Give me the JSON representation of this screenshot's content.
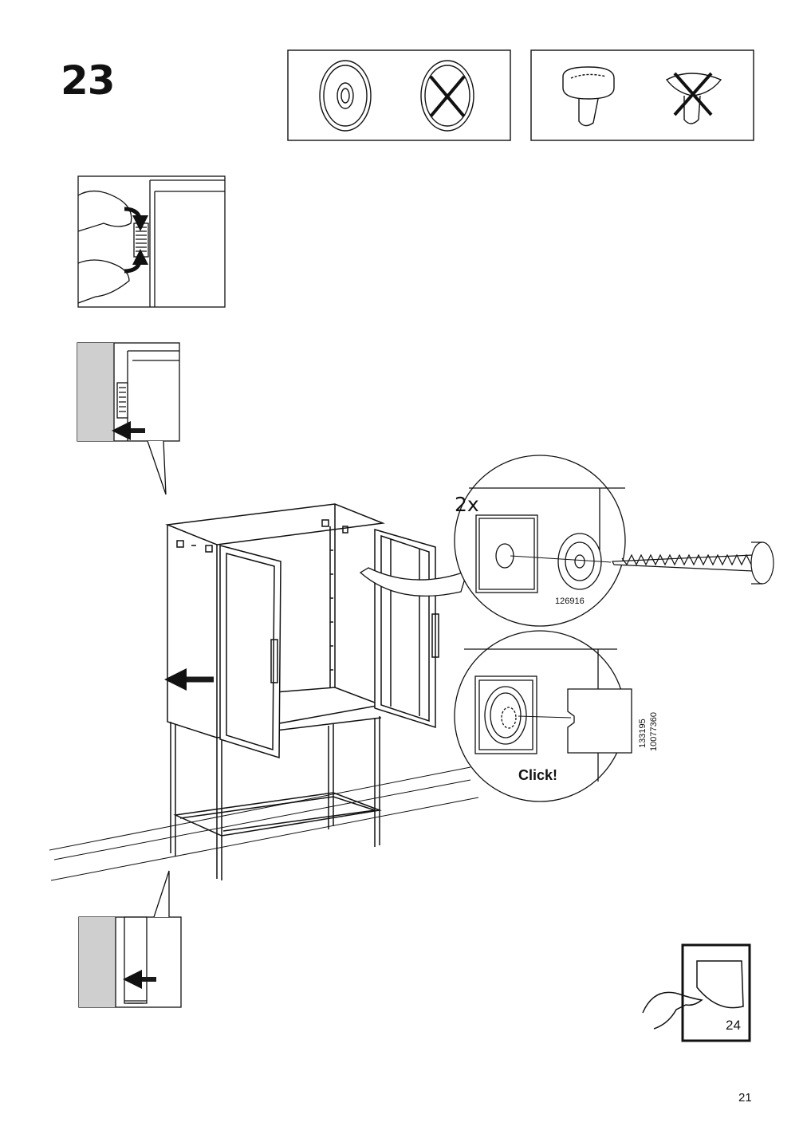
{
  "step": {
    "number": "23"
  },
  "detail": {
    "quantity": "2x",
    "part_screw_washer": "126916",
    "part_cover_1": "133195",
    "part_cover_2": "10077360",
    "click_text": "Click!"
  },
  "next_page": {
    "label": "24"
  },
  "page": {
    "number": "21"
  },
  "colors": {
    "line": "#111111",
    "wall": "#cfcfcf",
    "arrow": "#1a1a1a"
  }
}
